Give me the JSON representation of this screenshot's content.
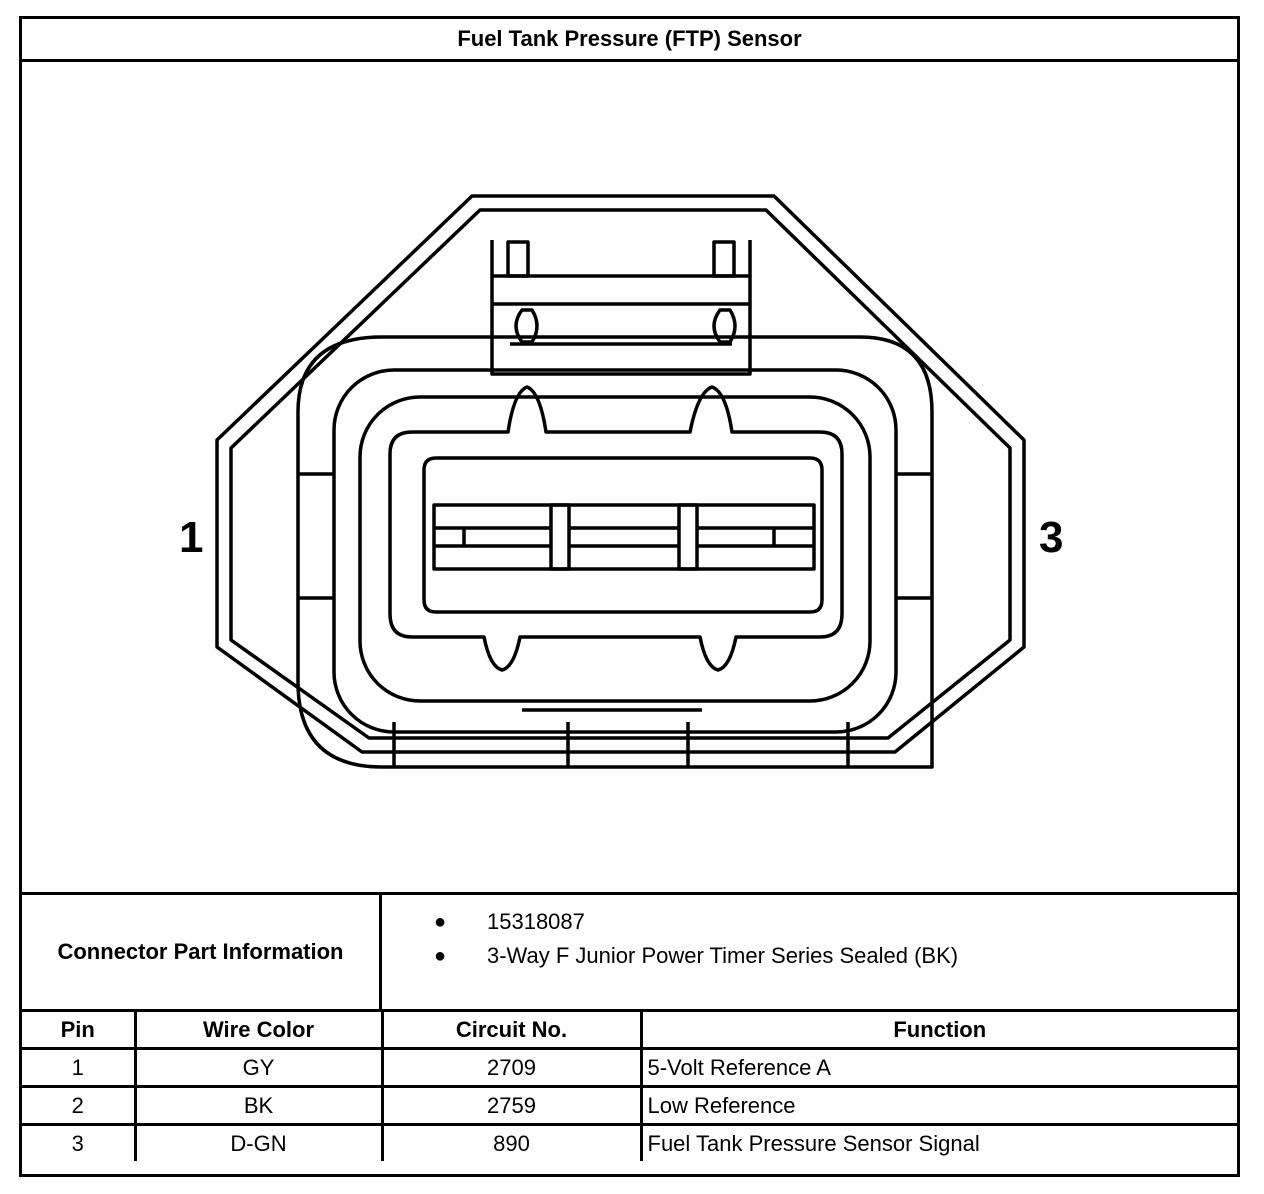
{
  "title": "Fuel Tank Pressure (FTP) Sensor",
  "diagram": {
    "pin_labels": [
      "1",
      "3"
    ]
  },
  "connector_part_information": {
    "label": "Connector Part Information",
    "items": [
      "15318087",
      "3-Way F Junior Power Timer Series Sealed (BK)"
    ],
    "bullet": "●"
  },
  "pin_table": {
    "headers": [
      "Pin",
      "Wire Color",
      "Circuit No.",
      "Function"
    ],
    "rows": [
      [
        "1",
        "GY",
        "2709",
        "5-Volt Reference A"
      ],
      [
        "2",
        "BK",
        "2759",
        "Low Reference"
      ],
      [
        "3",
        "D-GN",
        "890",
        "Fuel Tank Pressure Sensor Signal"
      ]
    ]
  }
}
